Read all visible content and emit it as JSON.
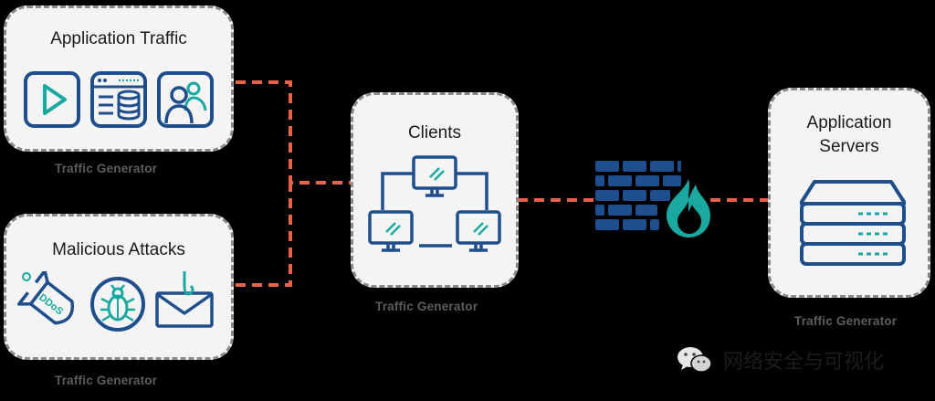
{
  "groups": {
    "app_traffic": {
      "title": "Application Traffic",
      "caption": "Traffic Generator"
    },
    "malicious": {
      "title": "Malicious Attacks",
      "caption": "Traffic Generator",
      "ddos_label": "DDoS"
    },
    "clients": {
      "title": "Clients",
      "caption": "Traffic Generator"
    },
    "servers": {
      "title_line1": "Application",
      "title_line2": "Servers",
      "caption": "Traffic Generator"
    }
  },
  "watermark": {
    "text": "网络安全与可视化"
  },
  "colors": {
    "icon_blue": "#1f4e8c",
    "teal": "#1aa9a0",
    "connector": "#e8624a",
    "box_bg": "#f4f4f4",
    "box_border": "#8a8a8a"
  },
  "icons": [
    "play-icon",
    "database-server-icon",
    "users-icon",
    "ddos-missile-icon",
    "bug-icon",
    "phishing-mail-icon",
    "monitor-icon",
    "firewall-icon",
    "flame-icon",
    "server-stack-icon",
    "wechat-icon"
  ]
}
